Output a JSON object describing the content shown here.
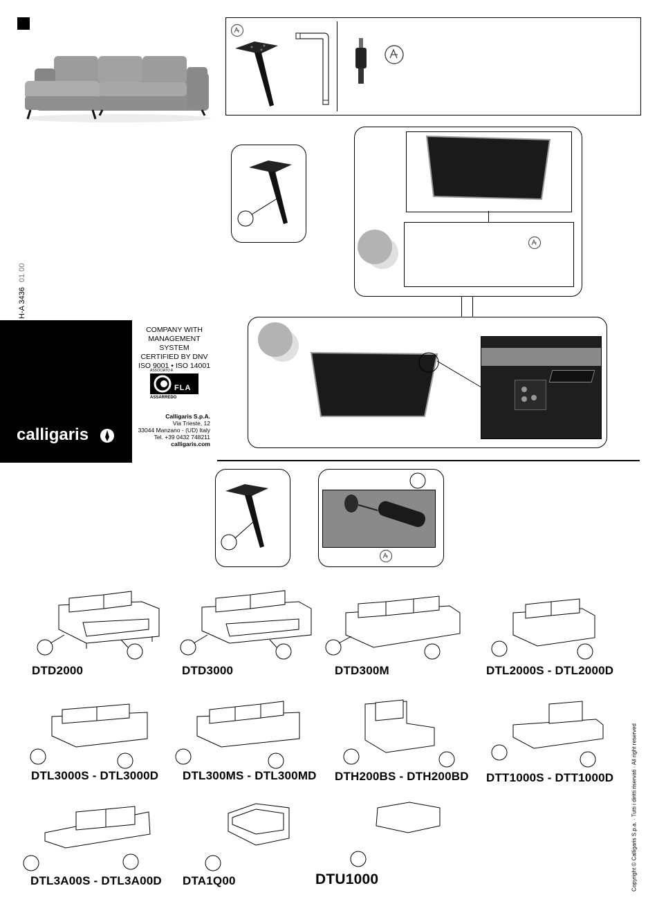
{
  "doc_code": {
    "main": "H-A 3436",
    "rev": "01  00"
  },
  "company": {
    "cert_line1": "COMPANY WITH",
    "cert_line2": "MANAGEMENT SYSTEM",
    "cert_line3": "CERTIFIED BY DNV",
    "cert_line4": "ISO 9001 • ISO 14001",
    "assoc_label": "ASSOCIATO A",
    "fla_logo": "FLA",
    "assarredo": "ASSARREDO",
    "name": "Calligaris S.p.A.",
    "street": "Via Trieste, 12",
    "city": "33044 Manzano - (UD) Italy",
    "tel": "Tel. +39 0432 748211",
    "web": "calligaris.com",
    "brand": "calligaris"
  },
  "copyright": "Copyright © Calligaris S.p.a. · Tutti i diritti riservati · All right reserved",
  "models": [
    "DTD2000",
    "DTD3000",
    "DTD300M",
    "DTL2000S - DTL2000D",
    "DTL3000S - DTL3000D",
    "DTL300MS - DTL300MD",
    "DTH200BS - DTH200BD",
    "DTT1000S - DTT1000D",
    "DTL3A00S - DTL3A00D",
    "DTA1Q00",
    "DTU1000"
  ],
  "icons": [
    "corner-marker-icon",
    "sofa-photo",
    "leg-icon",
    "allen-key-icon",
    "screw-bolt-icon",
    "hand-screw-icon",
    "fla-logo-icon",
    "calligaris-mark-icon"
  ],
  "colors": {
    "black": "#000000",
    "grey_step": "#b3b3b3",
    "panel_dark": "#1e1e1e",
    "gray_photo": "#9a9a9a"
  }
}
